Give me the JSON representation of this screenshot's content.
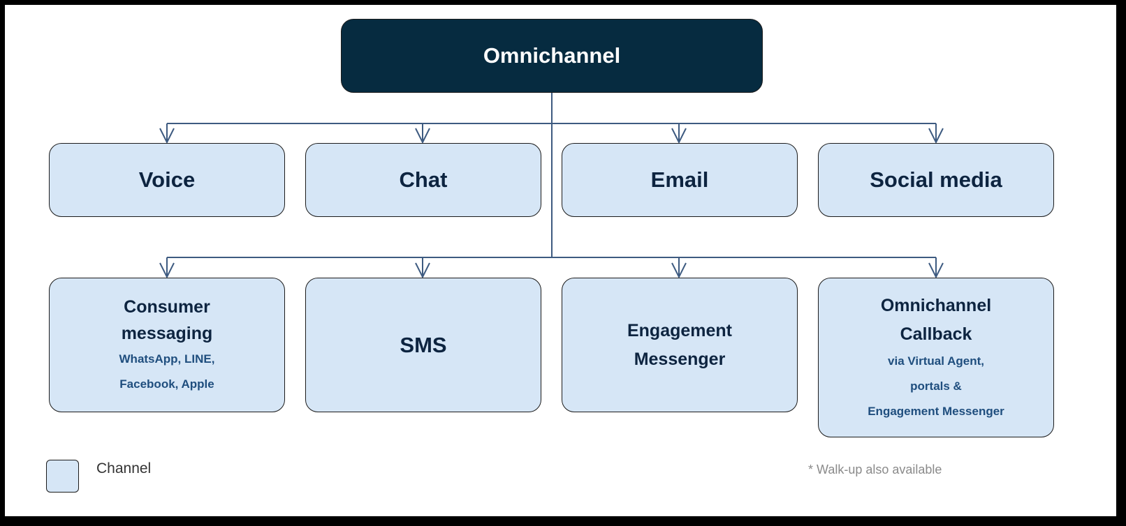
{
  "diagram": {
    "root": {
      "label": "Omnichannel"
    },
    "row1": [
      {
        "label": "Voice"
      },
      {
        "label": "Chat"
      },
      {
        "label": "Email"
      },
      {
        "label": "Social media"
      }
    ],
    "row2": [
      {
        "line1": "Consumer",
        "line2": "messaging",
        "sub1": "WhatsApp, LINE,",
        "sub2": "Facebook, Apple"
      },
      {
        "label": "SMS"
      },
      {
        "line1": "Engagement",
        "line2": "Messenger"
      },
      {
        "line1": "Omnichannel",
        "line2": "Callback",
        "sub1": "via Virtual Agent,",
        "sub2": "portals &",
        "sub3": "Engagement Messenger"
      }
    ],
    "colors": {
      "root_fill": "#062b40",
      "node_fill": "#d6e6f6",
      "connector": "#3d5a80"
    }
  },
  "legend": {
    "label": "Channel"
  },
  "footnote": "* Walk-up also available"
}
